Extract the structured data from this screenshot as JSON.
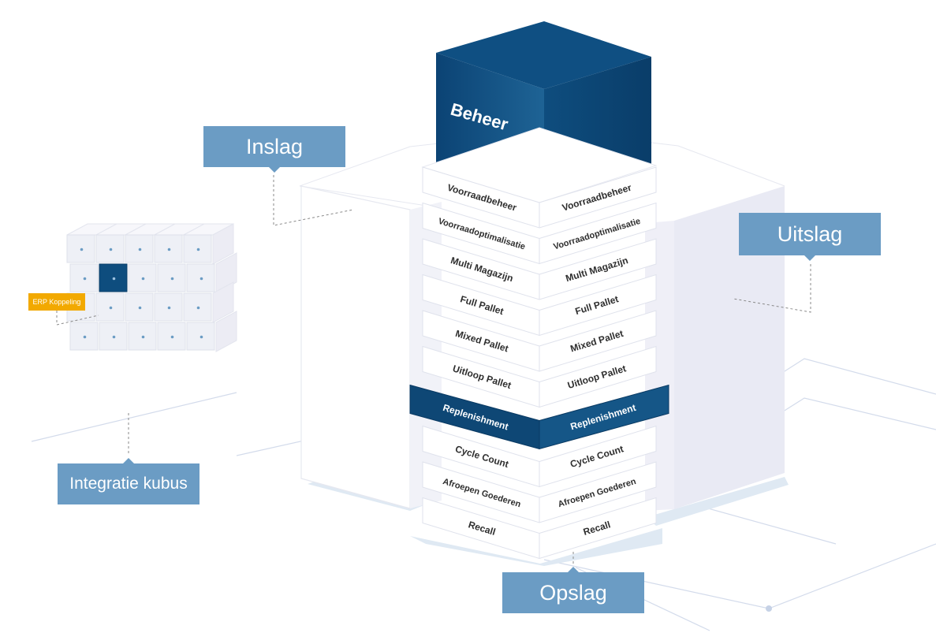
{
  "callouts": {
    "inslag": "Inslag",
    "uitslag": "Uitslag",
    "opslag": "Opslag",
    "integratie": "Integratie kubus",
    "erp": "ERP Koppeling"
  },
  "top_block": {
    "label": "Beheer"
  },
  "modules": [
    {
      "left": "Voorraadbeheer",
      "right": "Voorraadbeheer",
      "highlighted": false
    },
    {
      "left": "Voorraadoptimalisatie",
      "right": "Voorraadoptimalisatie",
      "highlighted": false
    },
    {
      "left": "Multi Magazijn",
      "right": "Multi Magazijn",
      "highlighted": false
    },
    {
      "left": "Full Pallet",
      "right": "Full Pallet",
      "highlighted": false
    },
    {
      "left": "Mixed Pallet",
      "right": "Mixed Pallet",
      "highlighted": false
    },
    {
      "left": "Uitloop Pallet",
      "right": "Uitloop Pallet",
      "highlighted": false
    },
    {
      "left": "Replenishment",
      "right": "Replenishment",
      "highlighted": true
    },
    {
      "left": "Cycle Count",
      "right": "Cycle Count",
      "highlighted": false
    },
    {
      "left": "Afroepen Goederen",
      "right": "Afroepen Goederen",
      "highlighted": false
    },
    {
      "left": "Recall",
      "right": "Recall",
      "highlighted": false
    }
  ],
  "colors": {
    "callout": "#6b9cc4",
    "accent_dark": "#0e4d7e",
    "erp": "#f2a900",
    "tile_side": "#f2f3f8",
    "tile_front": "#e8e9f2",
    "floor": "#dfe9f3"
  }
}
